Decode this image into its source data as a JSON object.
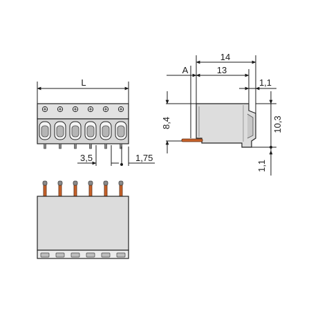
{
  "labels": {
    "L": "L",
    "pitch": "3,5",
    "pin_offset": "1,75",
    "A": "A",
    "overall_depth": "14",
    "depth": "13",
    "height": "8,4",
    "overall_height": "10,3",
    "top_step": "1,1",
    "bottom_step": "1,1"
  },
  "colors": {
    "housing_light": "#dcdcdc",
    "housing_face": "#e8e8e8",
    "housing_dark": "#9a9a9a",
    "pin_orange": "#c8622a",
    "line": "#1a1a1a"
  },
  "connector": {
    "pole_count": 6
  }
}
